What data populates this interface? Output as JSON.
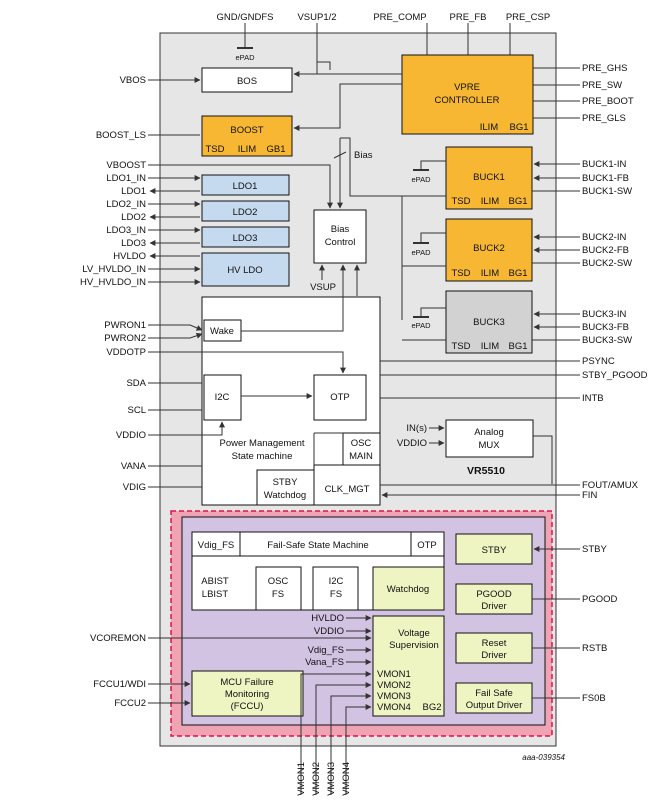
{
  "colors": {
    "chip_bg": "#e6e6e6",
    "vpre_fill": "#f7b733",
    "ldo_fill": "#c5d9ef",
    "buck3_fill": "#d2d2d2",
    "failsafe_outer": "#f0a3b2",
    "failsafe_dash": "#e0114a",
    "failsafe_inner": "#d3c3e3",
    "green_fill": "#eff4c3",
    "white": "#ffffff"
  },
  "chip_label": "VR5510",
  "ref_code": "aaa-039354",
  "blocks": {
    "bos": "BOS",
    "vpre_line1": "VPRE",
    "vpre_line2": "CONTROLLER",
    "vpre_ilim": "ILIM",
    "vpre_bg1": "BG1",
    "boost": "BOOST",
    "boost_tsd": "TSD",
    "boost_ilim": "ILIM",
    "boost_gb1": "GB1",
    "bias_label": "Bias",
    "bias_ctrl_line1": "Bias",
    "bias_ctrl_line2": "Control",
    "vsup_label": "VSUP",
    "ldo1": "LDO1",
    "ldo2": "LDO2",
    "ldo3": "LDO3",
    "hvldo": "HV LDO",
    "buck1": "BUCK1",
    "buck2": "BUCK2",
    "buck3": "BUCK3",
    "tsd": "TSD",
    "ilim": "ILIM",
    "bg1": "BG1",
    "epad": "ePAD",
    "wake": "Wake",
    "i2c": "I2C",
    "otp": "OTP",
    "psm_line1": "Power Management",
    "psm_line2": "State machine",
    "osc_main_line1": "OSC",
    "osc_main_line2": "MAIN",
    "clk_mgt": "CLK_MGT",
    "stby_wd_line1": "STBY",
    "stby_wd_line2": "Watchdog",
    "amux_line1": "Analog",
    "amux_line2": "MUX",
    "amux_in1": "IN(s)",
    "amux_in2": "VDDIO"
  },
  "failsafe": {
    "vdig_fs": "Vdig_FS",
    "fssm": "Fail-Safe State Machine",
    "otp": "OTP",
    "abist_line1": "ABIST",
    "abist_line2": "LBIST",
    "oscfs_line1": "OSC",
    "oscfs_line2": "FS",
    "i2cfs_line1": "I2C",
    "i2cfs_line2": "FS",
    "watchdog": "Watchdog",
    "vsup_line1": "Voltage",
    "vsup_line2": "Supervision",
    "vs_in_hvldo": "HVLDO",
    "vs_in_vddio": "VDDIO",
    "vs_in_vdig": "Vdig_FS",
    "vs_in_vana": "Vana_FS",
    "vmon1": "VMON1",
    "vmon2": "VMON2",
    "vmon3": "VMON3",
    "vmon4": "VMON4",
    "bg2": "BG2",
    "mcu_line1": "MCU Failure",
    "mcu_line2": "Monitoring",
    "mcu_line3": "(FCCU)",
    "stby": "STBY",
    "pgood_line1": "PGOOD",
    "pgood_line2": "Driver",
    "reset_line1": "Reset",
    "reset_line2": "Driver",
    "fsout_line1": "Fail Safe",
    "fsout_line2": "Output Driver"
  },
  "pins_top": {
    "gnd": "GND/GNDFS",
    "vsup": "VSUP1/2",
    "pre_comp": "PRE_COMP",
    "pre_fb": "PRE_FB",
    "pre_csp": "PRE_CSP"
  },
  "pins_left": {
    "vbos": "VBOS",
    "boost_ls": "BOOST_LS",
    "vboost": "VBOOST",
    "ldo1_in": "LDO1_IN",
    "ldo1": "LDO1",
    "ldo2_in": "LDO2_IN",
    "ldo2": "LDO2",
    "ldo3_in": "LDO3_IN",
    "ldo3": "LDO3",
    "hvldo": "HVLDO",
    "lv_hvldo_in": "LV_HVLDO_IN",
    "hv_hvldo_in": "HV_HVLDO_IN",
    "pwron1": "PWRON1",
    "pwron2": "PWRON2",
    "vddotp": "VDDOTP",
    "sda": "SDA",
    "scl": "SCL",
    "vddio": "VDDIO",
    "vana": "VANA",
    "vdig": "VDIG",
    "vcoremon": "VCOREMON",
    "fccu1": "FCCU1/WDI",
    "fccu2": "FCCU2"
  },
  "pins_right": {
    "pre_ghs": "PRE_GHS",
    "pre_sw": "PRE_SW",
    "pre_boot": "PRE_BOOT",
    "pre_gls": "PRE_GLS",
    "buck1_in": "BUCK1-IN",
    "buck1_fb": "BUCK1-FB",
    "buck1_sw": "BUCK1-SW",
    "buck2_in": "BUCK2-IN",
    "buck2_fb": "BUCK2-FB",
    "buck2_sw": "BUCK2-SW",
    "buck3_in": "BUCK3-IN",
    "buck3_fb": "BUCK3-FB",
    "buck3_sw": "BUCK3-SW",
    "psync": "PSYNC",
    "stby_pgood": "STBY_PGOOD",
    "intb": "INTB",
    "fout_amux": "FOUT/AMUX",
    "fin": "FIN",
    "stby": "STBY",
    "pgood": "PGOOD",
    "rstb": "RSTB",
    "fs0b": "FS0B"
  },
  "pins_bottom": {
    "vmon1": "VMON1",
    "vmon2": "VMON2",
    "vmon3": "VMON3",
    "vmon4": "VMON4"
  }
}
